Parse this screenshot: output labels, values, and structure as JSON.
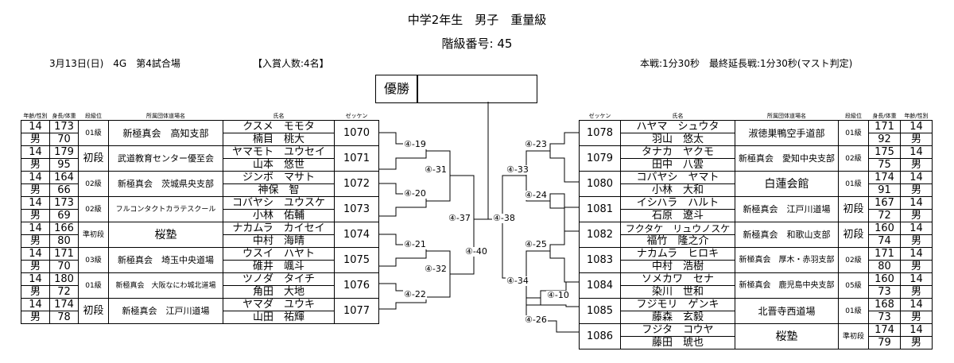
{
  "header": {
    "title": "中学2年生　男子　重量級",
    "class_no": "階級番号: 45",
    "date_court": "3月13日(日)　4G　第4試合場",
    "prize": "【入賞人数:4名】",
    "rules": "本戦:1分30秒　最終延長戦:1分30秒(マスト判定)"
  },
  "champion_label": "優勝",
  "columns": {
    "age_sex": "年齢/性別",
    "height_weight": "身長/体重",
    "rank": "段級位",
    "affiliation": "所属団体道場名",
    "name": "氏名",
    "zekken": "ゼッケン"
  },
  "left_players": [
    {
      "age": "14",
      "sex": "男",
      "height": "173",
      "weight": "70",
      "rank": "01級",
      "dojo": "新極真会　高知支部",
      "kana": "クスメ　モモタ",
      "name": "楠目　桃大",
      "zekken": "1070"
    },
    {
      "age": "14",
      "sex": "男",
      "height": "179",
      "weight": "95",
      "rank": "初段",
      "dojo": "武道教育センター優至会",
      "kana": "ヤマモト　ユウセイ",
      "name": "山本　悠世",
      "zekken": "1071"
    },
    {
      "age": "14",
      "sex": "男",
      "height": "164",
      "weight": "66",
      "rank": "02級",
      "dojo": "新極真会　茨城県央支部",
      "kana": "ジンボ　マサト",
      "name": "神保　智",
      "zekken": "1072"
    },
    {
      "age": "14",
      "sex": "男",
      "height": "173",
      "weight": "69",
      "rank": "02級",
      "dojo": "フルコンタクトカラテスクール",
      "kana": "コバヤシ　ユウスケ",
      "name": "小林　佑輔",
      "zekken": "1073"
    },
    {
      "age": "14",
      "sex": "男",
      "height": "166",
      "weight": "80",
      "rank": "準初段",
      "dojo": "桜塾",
      "kana": "ナカムラ　カイセイ",
      "name": "中村　海晴",
      "zekken": "1074"
    },
    {
      "age": "14",
      "sex": "男",
      "height": "171",
      "weight": "70",
      "rank": "03級",
      "dojo": "新極真会　埼玉中央道場",
      "kana": "ウスイ　ハヤト",
      "name": "碓井　颯斗",
      "zekken": "1075"
    },
    {
      "age": "14",
      "sex": "男",
      "height": "180",
      "weight": "72",
      "rank": "01級",
      "dojo": "新極真会　大阪なにわ城北道場",
      "kana": "ツノダ　タイチ",
      "name": "角田　大地",
      "zekken": "1076"
    },
    {
      "age": "14",
      "sex": "男",
      "height": "174",
      "weight": "78",
      "rank": "初段",
      "dojo": "新極真会　江戸川道場",
      "kana": "ヤマダ　ユウキ",
      "name": "山田　祐輝",
      "zekken": "1077"
    }
  ],
  "right_players": [
    {
      "age": "14",
      "sex": "男",
      "height": "171",
      "weight": "92",
      "rank": "01級",
      "dojo": "淑徳巣鴨空手道部",
      "kana": "ハヤマ　シュウタ",
      "name": "羽山　悠太",
      "zekken": "1078"
    },
    {
      "age": "14",
      "sex": "男",
      "height": "175",
      "weight": "75",
      "rank": "02級",
      "dojo": "新極真会　愛知中央支部",
      "kana": "タナカ　ヤクモ",
      "name": "田中　八雲",
      "zekken": "1079"
    },
    {
      "age": "14",
      "sex": "男",
      "height": "174",
      "weight": "91",
      "rank": "01級",
      "dojo": "白蓮会館",
      "kana": "コバヤシ　ヤマト",
      "name": "小林　大和",
      "zekken": "1080"
    },
    {
      "age": "14",
      "sex": "男",
      "height": "167",
      "weight": "72",
      "rank": "初段",
      "dojo": "新極真会　江戸川道場",
      "kana": "イシハラ　ハルト",
      "name": "石原　遼斗",
      "zekken": "1081"
    },
    {
      "age": "14",
      "sex": "男",
      "height": "160",
      "weight": "74",
      "rank": "初段",
      "dojo": "新極真会　和歌山支部",
      "kana": "フクタケ　リュウノスケ",
      "name": "福竹　隆之介",
      "zekken": "1082"
    },
    {
      "age": "14",
      "sex": "男",
      "height": "171",
      "weight": "80",
      "rank": "02級",
      "dojo": "新極真会　厚木・赤羽支部",
      "kana": "ナカムラ　ヒロキ",
      "name": "中村　浩樹",
      "zekken": "1083"
    },
    {
      "age": "14",
      "sex": "男",
      "height": "160",
      "weight": "73",
      "rank": "05級",
      "dojo": "新極真会　鹿児島中央支部",
      "kana": "ソメカワ　セナ",
      "name": "染川　世和",
      "zekken": "1084"
    },
    {
      "age": "14",
      "sex": "男",
      "height": "168",
      "weight": "73",
      "rank": "01級",
      "dojo": "北晋寺西道場",
      "kana": "フジモリ　ゲンキ",
      "name": "藤森　玄毅",
      "zekken": "1085"
    },
    {
      "age": "14",
      "sex": "男",
      "height": "174",
      "weight": "79",
      "rank": "準初段",
      "dojo": "桜塾",
      "kana": "フジタ　コウヤ",
      "name": "藤田　琥也",
      "zekken": "1086"
    }
  ],
  "matches": [
    {
      "label": "④-19"
    },
    {
      "label": "④-20"
    },
    {
      "label": "④-21"
    },
    {
      "label": "④-22"
    },
    {
      "label": "④-31"
    },
    {
      "label": "④-32"
    },
    {
      "label": "④-37"
    },
    {
      "label": "④-40"
    },
    {
      "label": "④-38"
    },
    {
      "label": "④-33"
    },
    {
      "label": "④-34"
    },
    {
      "label": "④-23"
    },
    {
      "label": "④-24"
    },
    {
      "label": "④-25"
    },
    {
      "label": "④-10"
    },
    {
      "label": "④-26"
    }
  ]
}
